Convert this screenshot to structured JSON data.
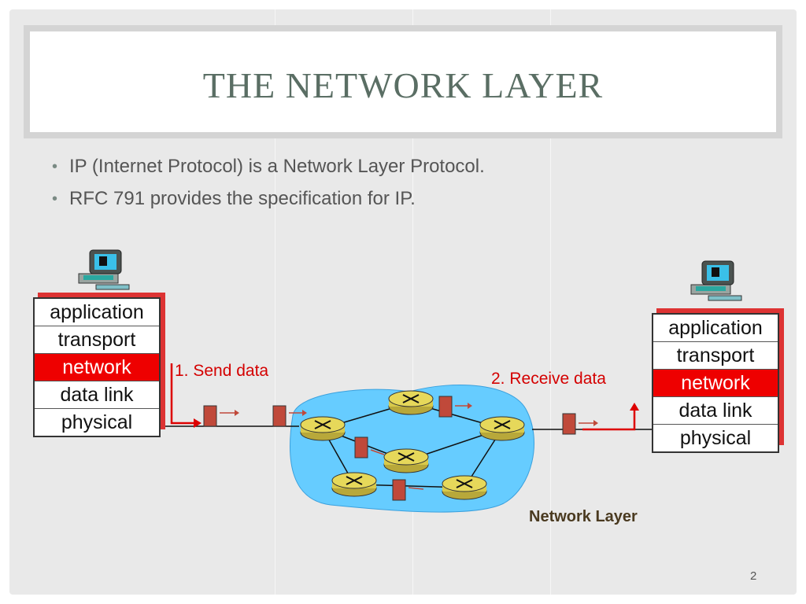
{
  "slide": {
    "title": "THE NETWORK LAYER",
    "bullets": [
      "IP (Internet Protocol) is a Network Layer Protocol.",
      "RFC 791 provides the specification for IP."
    ],
    "page_number": "2"
  },
  "diagram": {
    "sender_stack": [
      "application",
      "transport",
      "network",
      "data link",
      "physical"
    ],
    "receiver_stack": [
      "application",
      "transport",
      "network",
      "data link",
      "physical"
    ],
    "send_label": "1. Send data",
    "receive_label": "2. Receive data",
    "cloud_caption": "Network Layer",
    "colors": {
      "network_highlight": "#ee0000",
      "cloud": "#66ccff",
      "router": "#d8c94a",
      "packet": "#c0493a"
    },
    "icons": [
      "computer-icon",
      "router-icon",
      "packet-icon"
    ]
  }
}
